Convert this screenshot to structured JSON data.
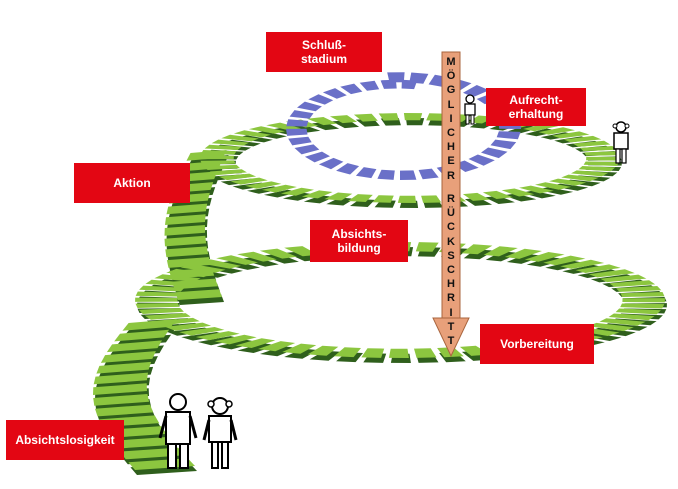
{
  "diagram": {
    "stages": {
      "absichtslosigkeit": "Absichtslosigkeit",
      "absichtsbildung": "Absichts-\nbildung",
      "vorbereitung": "Vorbereitung",
      "aktion": "Aktion",
      "aufrechterhaltung": "Aufrecht-\nerhaltung",
      "schlussstadium": "Schluß-\nstadium"
    },
    "relapse_arrow": {
      "word1": "MÖGLICHER",
      "word2": "RÜCKSCHRITT"
    },
    "colors": {
      "label_red": "#e30613",
      "step_green": "#8cc63f",
      "step_shadow": "#2f5f1c",
      "final_blue": "#6a70c8",
      "arrow_orange": "#e8a07a"
    }
  }
}
